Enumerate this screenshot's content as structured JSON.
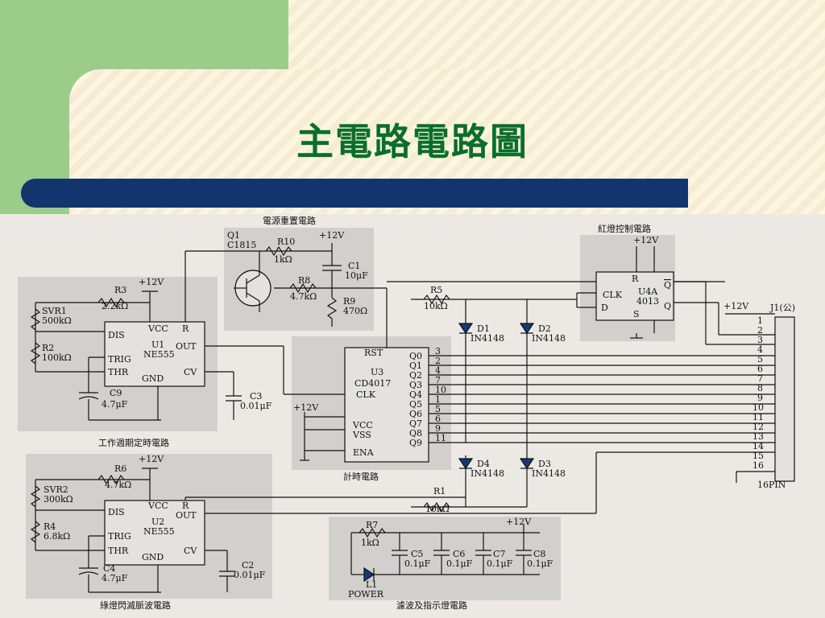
{
  "slide": {
    "title": "主電路電路圖"
  },
  "sections": {
    "reset": "電源重置電路",
    "red_ctrl": "紅燈控制電路",
    "timer": "工作週期定時電路",
    "counter": "計時電路",
    "blink": "綠燈閃滅脈波電路",
    "filter": "濾波及指示燈電路"
  },
  "reset_circuit": {
    "q1_label": "Q1",
    "q1_part": "C1815",
    "r10": "R10",
    "r10_val": "1kΩ",
    "vcc": "+12V",
    "c1": "C1",
    "c1_val": "10μF",
    "r8": "R8",
    "r8_val": "4.7kΩ",
    "r9": "R9",
    "r9_val": "470Ω"
  },
  "u1": {
    "name": "U1",
    "part": "NE555",
    "vcc": "+12V",
    "svr1": "SVR1",
    "svr1_val": "500kΩ",
    "r3": "R3",
    "r3_val": "2.2kΩ",
    "r2": "R2",
    "r2_val": "100kΩ",
    "c9": "C9",
    "c9_val": "4.7μF",
    "c3": "C3",
    "c3_val": "0.01μF",
    "pins": {
      "dis": "DIS",
      "trig": "TRIG",
      "thr": "THR",
      "gnd": "GND",
      "cv": "CV",
      "out": "OUT",
      "r": "R",
      "vcc": "VCC"
    }
  },
  "u2": {
    "name": "U2",
    "part": "NE555",
    "vcc": "+12V",
    "svr2": "SVR2",
    "svr2_val": "300kΩ",
    "r6": "R6",
    "r6_val": "4.7kΩ",
    "r4": "R4",
    "r4_val": "6.8kΩ",
    "c4": "C4",
    "c4_val": "4.7μF",
    "c2": "C2",
    "c2_val": "0.01μF"
  },
  "u3": {
    "name": "U3",
    "part": "CD4017",
    "rst": "RST",
    "clk": "CLK",
    "ena": "ENA",
    "vcc_pin": "VCC",
    "vss_pin": "VSS",
    "vcc": "+12V",
    "outputs": [
      "Q0",
      "Q1",
      "Q2",
      "Q3",
      "Q4",
      "Q5",
      "Q6",
      "Q7",
      "Q8",
      "Q9"
    ],
    "out_pins": [
      "3",
      "2",
      "4",
      "7",
      "10",
      "1",
      "5",
      "6",
      "9",
      "11"
    ]
  },
  "u4a": {
    "name": "U4A",
    "part": "4013",
    "clk": "CLK",
    "d": "D",
    "r": "R",
    "s": "S",
    "q": "Q",
    "qbar": "Q",
    "vcc": "+12V"
  },
  "diodes": {
    "d1": "D1",
    "d2": "D2",
    "d3": "D3",
    "d4": "D4",
    "part": "IN4148"
  },
  "resistors_misc": {
    "r5": "R5",
    "r5_val": "10kΩ",
    "r1": "R1",
    "r1_val": "10kΩ",
    "r7": "R7",
    "r7_val": "1kΩ"
  },
  "filter": {
    "vcc": "+12V",
    "caps": [
      {
        "name": "C5",
        "val": "0.1μF"
      },
      {
        "name": "C6",
        "val": "0.1μF"
      },
      {
        "name": "C7",
        "val": "0.1μF"
      },
      {
        "name": "C8",
        "val": "0.1μF"
      }
    ],
    "led": "L1",
    "led_label": "POWER"
  },
  "connector": {
    "name": "J1(公)",
    "vcc": "+12V",
    "pins": [
      "1",
      "2",
      "3",
      "4",
      "5",
      "6",
      "7",
      "8",
      "9",
      "10",
      "11",
      "12",
      "13",
      "14",
      "15",
      "16"
    ],
    "label": "16PIN"
  }
}
